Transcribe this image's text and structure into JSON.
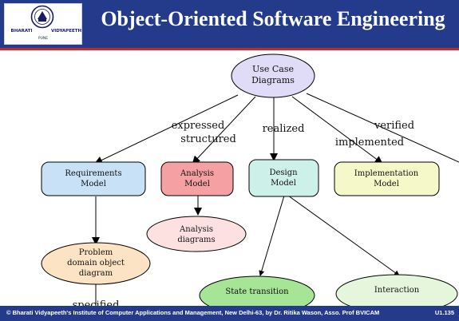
{
  "header": {
    "title": "Object-Oriented Software Engineering",
    "logo_left": "BHARATI",
    "logo_right": "VIDYAPEETH",
    "logo_sub": "PUNE"
  },
  "diagram": {
    "root": "Use Case\nDiagrams",
    "edge_labels": {
      "expressed": "expressed",
      "structured": "structured",
      "realized": "realized",
      "implemented": "implemented",
      "verified": "verified",
      "specified": "specified"
    },
    "nodes": {
      "requirements": "Requirements\nModel",
      "analysis": "Analysis\nModel",
      "design": "Design\nModel",
      "implementation": "Implementation\nModel",
      "analysis_diagrams": "Analysis\ndiagrams",
      "problem_domain": "Problem\ndomain object\ndiagram",
      "state_transition": "State transition",
      "interaction": "Interaction"
    },
    "colors": {
      "root": "#e0dcf7",
      "requirements": "#c8e1f6",
      "analysis": "#f5a0a2",
      "design": "#cdf0e9",
      "implementation": "#f5f8c8",
      "analysis_diagrams": "#fde1e1",
      "problem_domain": "#fbe3c4",
      "state_transition": "#a6e496",
      "interaction": "#e6f6dc"
    }
  },
  "footer": {
    "text": "© Bharati Vidyapeeth's Institute of Computer Applications and Management, New Delhi-63, by Dr. Ritika Wason, Asso. Prof BVICAM",
    "slide": "U1.135"
  }
}
